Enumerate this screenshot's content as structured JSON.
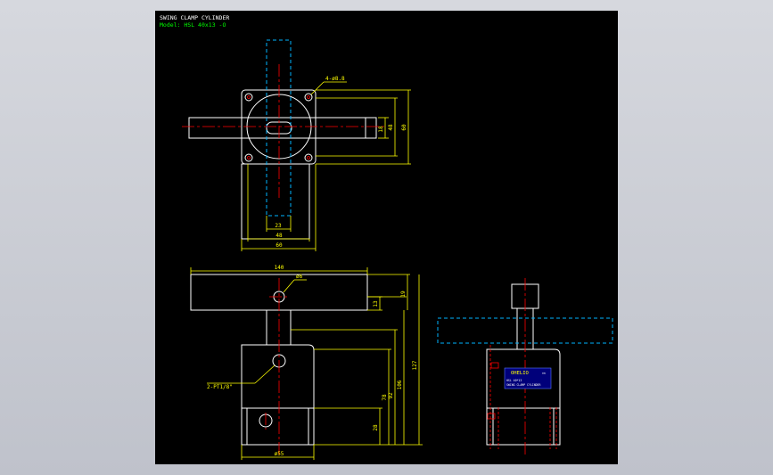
{
  "title": "SWING CLAMP CYLINDER",
  "model": "Model: HSL 40x13 -O",
  "colors": {
    "background": "#000000",
    "outline": "#ffffff",
    "dimension": "#ffff00",
    "centerline": "#ff0000",
    "hidden": "#00b4ff",
    "model_text": "#00ff00"
  },
  "top_view": {
    "hole_note": "4-ø8.8",
    "dims": {
      "d23": "23",
      "d48w": "48",
      "d60w": "60",
      "d18": "18",
      "d48h": "48",
      "d60h": "60"
    }
  },
  "front_view": {
    "port_note": "2-PT1/8\"",
    "dims": {
      "d140": "140",
      "d6": "ø6",
      "d13": "13",
      "d19": "19",
      "d78": "78",
      "d92": "92",
      "d106": "106",
      "d127": "127",
      "d28": "28",
      "d55": "ø55"
    }
  },
  "side_view": {
    "label_brand": "OHELIO",
    "label_sub": "TM",
    "label_line1": "HSL 40*13",
    "label_line2": "SWING CLAMP CYLINDER"
  }
}
